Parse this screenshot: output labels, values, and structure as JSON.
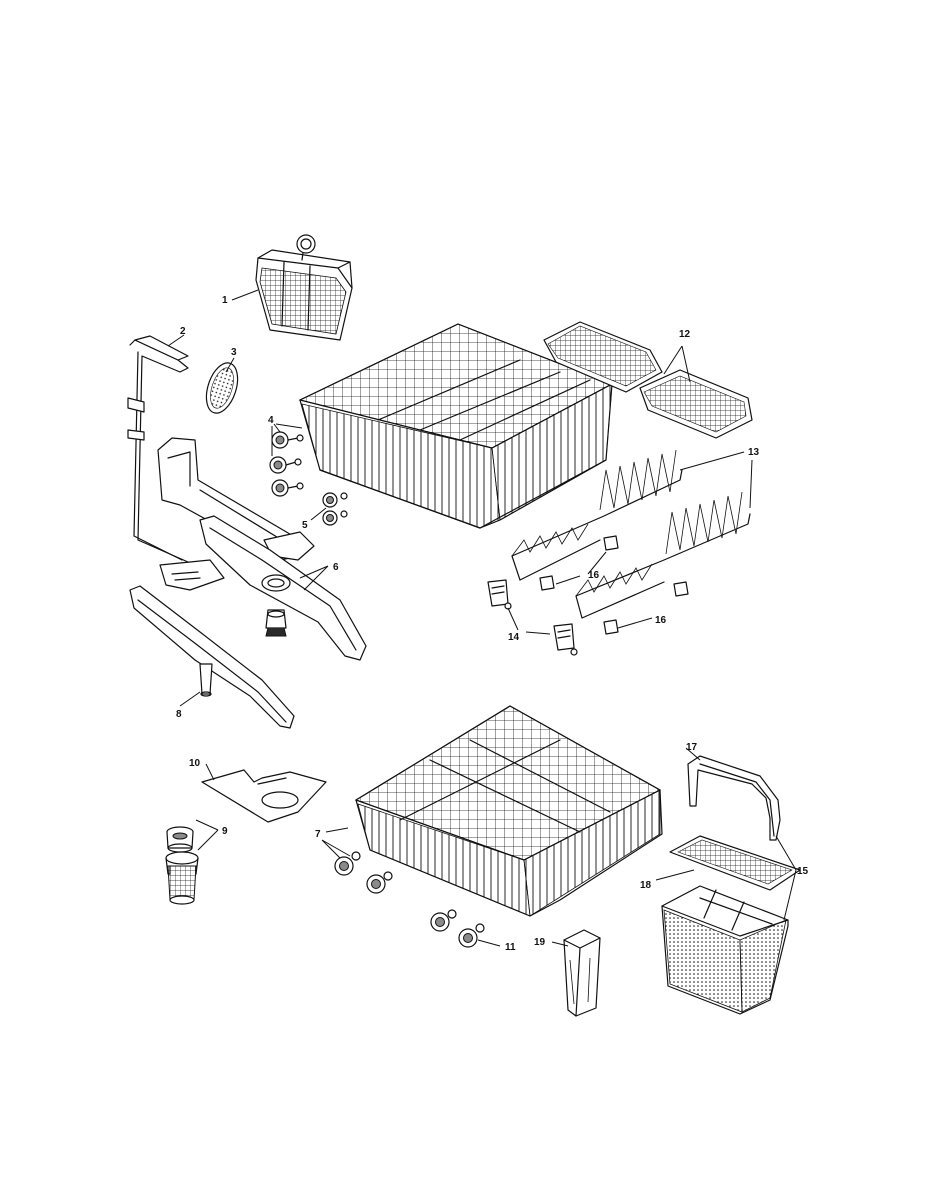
{
  "diagram": {
    "callouts": [
      "1",
      "2",
      "3",
      "4",
      "5",
      "6",
      "7",
      "8",
      "9",
      "10",
      "11",
      "12",
      "13",
      "14",
      "15",
      "16",
      "16",
      "17",
      "18",
      "19"
    ]
  }
}
